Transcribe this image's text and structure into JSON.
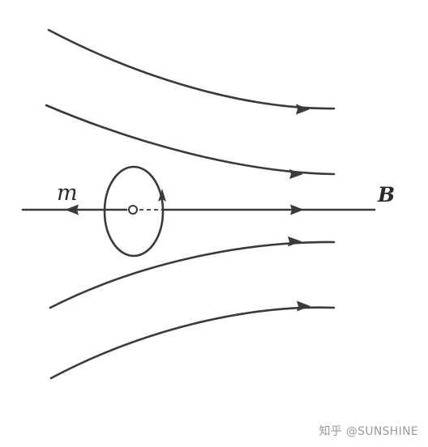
{
  "diagram": {
    "label_m": "m",
    "label_B": "B"
  },
  "watermark": {
    "text": "知乎 @SUNSHINE"
  }
}
